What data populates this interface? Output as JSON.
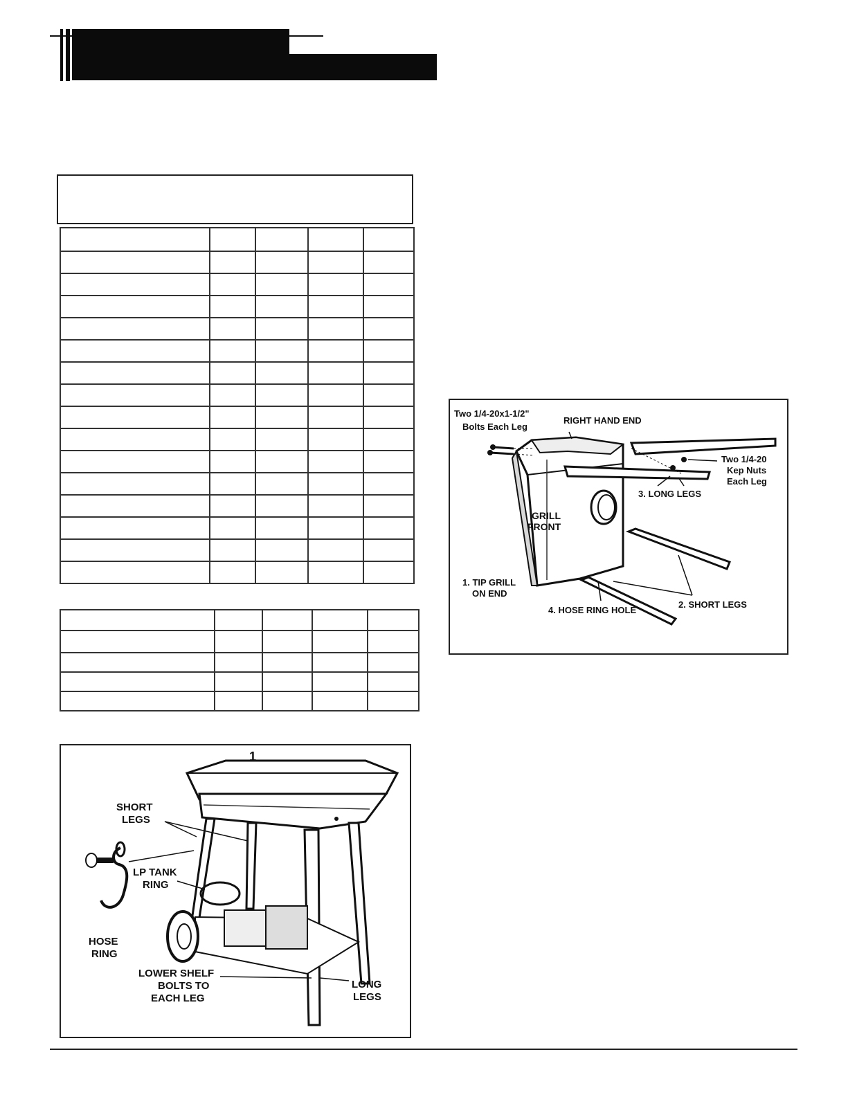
{
  "figure_top": {
    "labels": {
      "bolts_line1": "Two 1/4-20x1-1/2\"",
      "bolts_line2": "Bolts Each Leg",
      "right_hand_end": "RIGHT HAND END",
      "kep_line1": "Two 1/4-20",
      "kep_line2": "Kep Nuts",
      "kep_line3": "Each Leg",
      "long_legs": "3. LONG LEGS",
      "grill_front_1": "GRILL",
      "grill_front_2": "FRONT",
      "tip_1": "1. TIP GRILL",
      "tip_2": "ON END",
      "short_legs": "2. SHORT LEGS",
      "hose_ring_hole": "4. HOSE RING HOLE"
    }
  },
  "figure_bottom": {
    "labels": {
      "short_1": "SHORT",
      "short_2": "LEGS",
      "lp_1": "LP TANK",
      "lp_2": "RING",
      "hose_1": "HOSE",
      "hose_2": "RING",
      "shelf_1": "LOWER SHELF",
      "shelf_2": "BOLTS TO",
      "shelf_3": "EACH LEG",
      "long_1": "LONG",
      "long_2": "LEGS",
      "callout_number": "1"
    }
  }
}
